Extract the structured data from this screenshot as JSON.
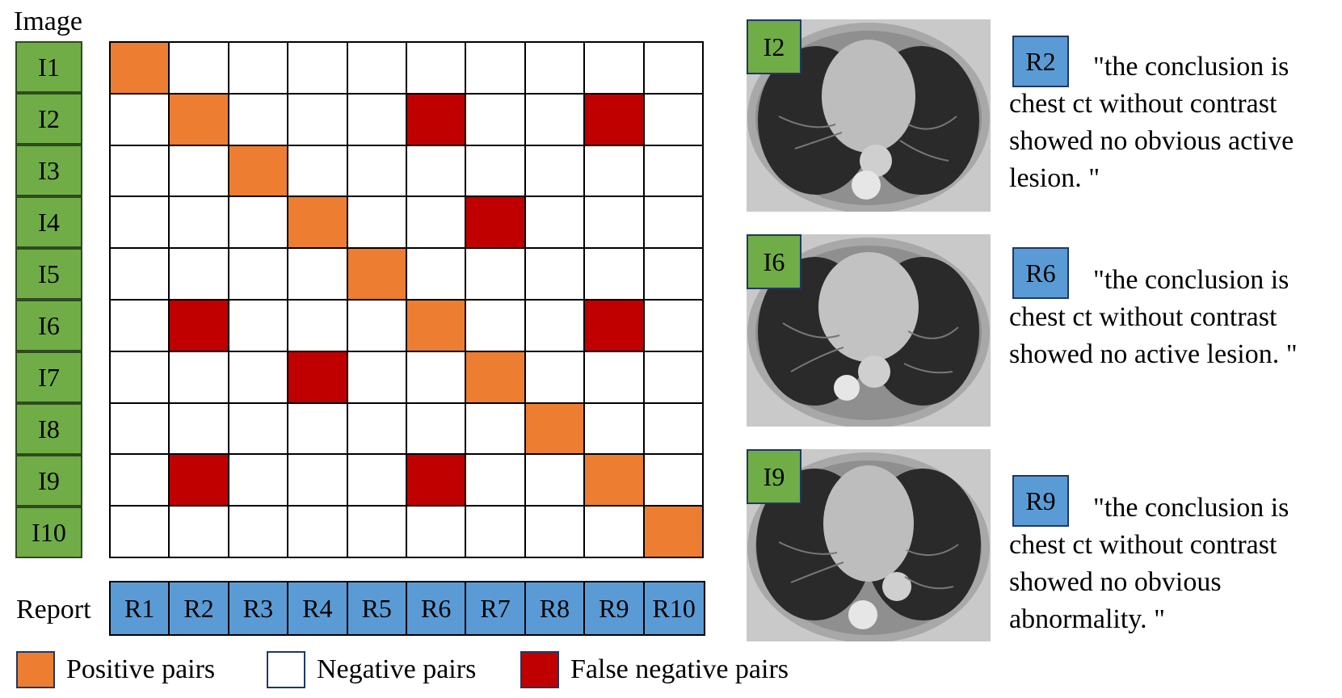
{
  "axis_labels": {
    "image": "Image",
    "report": "Report"
  },
  "images": [
    "I1",
    "I2",
    "I3",
    "I4",
    "I5",
    "I6",
    "I7",
    "I8",
    "I9",
    "I10"
  ],
  "reports": [
    "R1",
    "R2",
    "R3",
    "R4",
    "R5",
    "R6",
    "R7",
    "R8",
    "R9",
    "R10"
  ],
  "matrix": [
    [
      "pos",
      "neg",
      "neg",
      "neg",
      "neg",
      "neg",
      "neg",
      "neg",
      "neg",
      "neg"
    ],
    [
      "neg",
      "pos",
      "neg",
      "neg",
      "neg",
      "fneg",
      "neg",
      "neg",
      "fneg",
      "neg"
    ],
    [
      "neg",
      "neg",
      "pos",
      "neg",
      "neg",
      "neg",
      "neg",
      "neg",
      "neg",
      "neg"
    ],
    [
      "neg",
      "neg",
      "neg",
      "pos",
      "neg",
      "neg",
      "fneg",
      "neg",
      "neg",
      "neg"
    ],
    [
      "neg",
      "neg",
      "neg",
      "neg",
      "pos",
      "neg",
      "neg",
      "neg",
      "neg",
      "neg"
    ],
    [
      "neg",
      "fneg",
      "neg",
      "neg",
      "neg",
      "pos",
      "neg",
      "neg",
      "fneg",
      "neg"
    ],
    [
      "neg",
      "neg",
      "neg",
      "fneg",
      "neg",
      "neg",
      "pos",
      "neg",
      "neg",
      "neg"
    ],
    [
      "neg",
      "neg",
      "neg",
      "neg",
      "neg",
      "neg",
      "neg",
      "pos",
      "neg",
      "neg"
    ],
    [
      "neg",
      "fneg",
      "neg",
      "neg",
      "neg",
      "fneg",
      "neg",
      "neg",
      "pos",
      "neg"
    ],
    [
      "neg",
      "neg",
      "neg",
      "neg",
      "neg",
      "neg",
      "neg",
      "neg",
      "neg",
      "pos"
    ]
  ],
  "legend": {
    "positive": "Positive pairs",
    "negative": "Negative pairs",
    "false_negative": "False negative pairs"
  },
  "colors": {
    "positive": "#ed7d31",
    "negative": "#ffffff",
    "false_negative": "#c00000",
    "image_tag": "#70ad47",
    "report_tag": "#5b9bd5"
  },
  "examples": [
    {
      "image": "I2",
      "report": "R2",
      "text": "\"the conclusion is chest ct without contrast showed no obvious active lesion. \""
    },
    {
      "image": "I6",
      "report": "R6",
      "text": "\"the conclusion is chest ct without contrast showed no active lesion. \""
    },
    {
      "image": "I9",
      "report": "R9",
      "text": "\"the conclusion is chest ct without contrast showed no obvious abnormality. \""
    }
  ]
}
